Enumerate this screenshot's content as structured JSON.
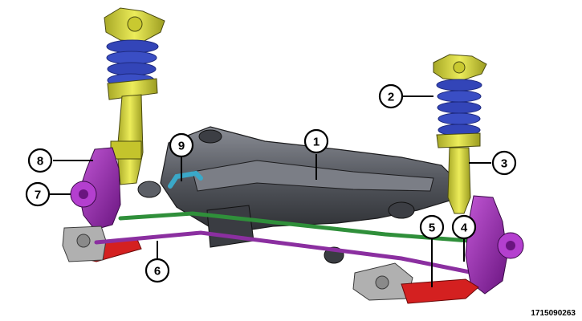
{
  "figure": {
    "id": "1715090263"
  },
  "callouts": [
    {
      "num": "1"
    },
    {
      "num": "2"
    },
    {
      "num": "3"
    },
    {
      "num": "4"
    },
    {
      "num": "5"
    },
    {
      "num": "6"
    },
    {
      "num": "7"
    },
    {
      "num": "8"
    },
    {
      "num": "9"
    }
  ],
  "colors": {
    "strut_body": "#d8d83a",
    "strut_dark": "#8c8c18",
    "coil_spring": "#3345b8",
    "crossmember": "#4a4c52",
    "crossmember_light": "#7b7e86",
    "knuckle": "#9b23b5",
    "lower_arm": "#d42020",
    "link_green": "#2f8f3a",
    "link_purple": "#8b2fa0",
    "stabilizer_link": "#3aa8c8",
    "bracket_grey": "#a6a6a6"
  }
}
